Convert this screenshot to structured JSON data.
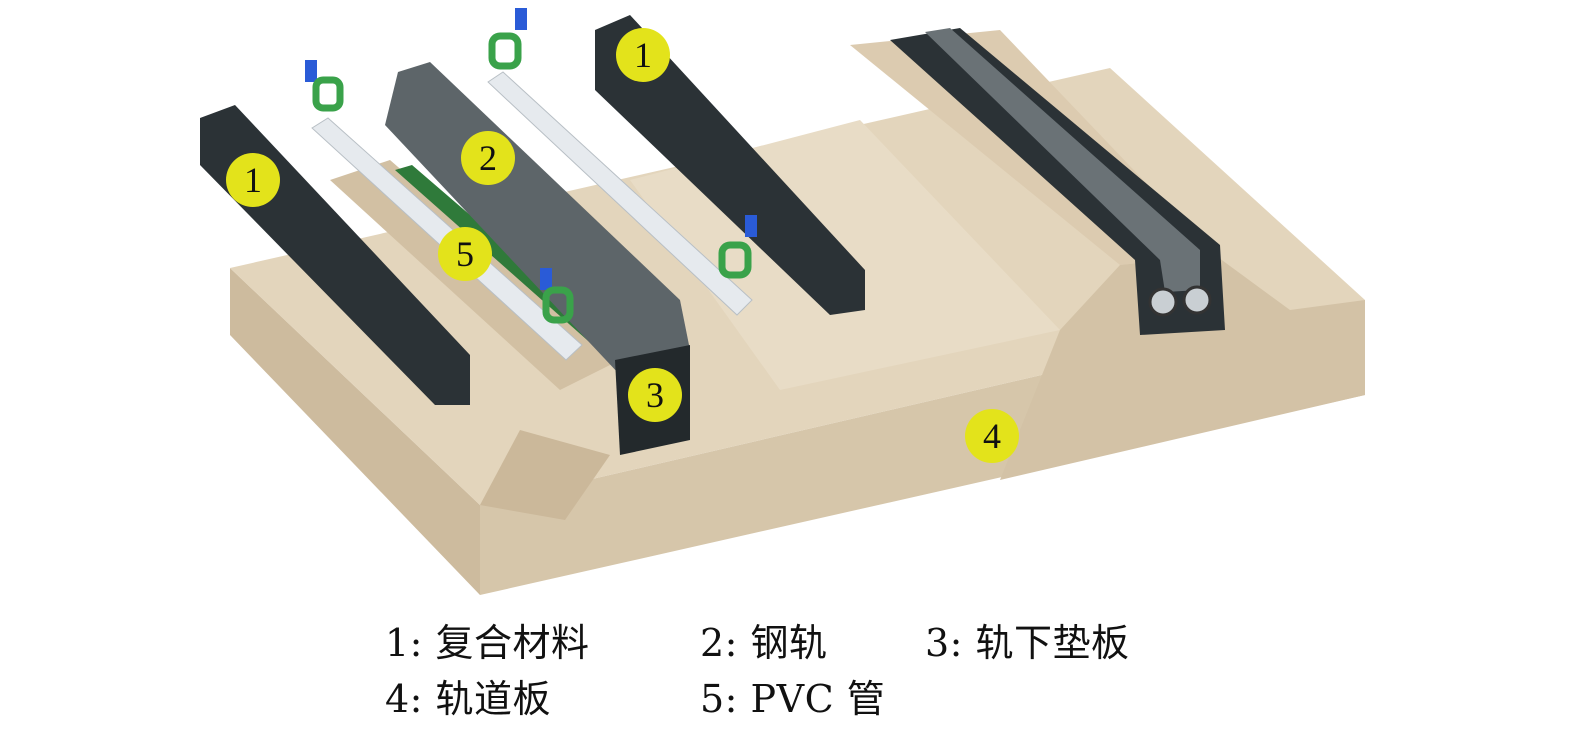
{
  "callouts": [
    {
      "num": "1",
      "target": "composite-rail-left"
    },
    {
      "num": "2",
      "target": "steel-rail"
    },
    {
      "num": "5",
      "target": "pvc-pipe"
    },
    {
      "num": "3",
      "target": "rail-pad"
    },
    {
      "num": "1",
      "target": "composite-rail-right"
    },
    {
      "num": "4",
      "target": "track-slab"
    }
  ],
  "legend": {
    "row1": [
      "1: 复合材料",
      "2: 钢轨",
      "3: 轨下垫板"
    ],
    "row2": [
      "4: 轨道板",
      "5: PVC 管"
    ]
  },
  "colors": {
    "slab": "#d8c8ae",
    "slab_top": "#e2d4bc",
    "composite": "#2b3236",
    "rail": "#5d6569",
    "pipe": "#e8ecef",
    "pad": "#2f7a3a",
    "callout": "#e3e31b",
    "clip_blue": "#2a5bd7",
    "clip_green": "#3aa24a"
  }
}
